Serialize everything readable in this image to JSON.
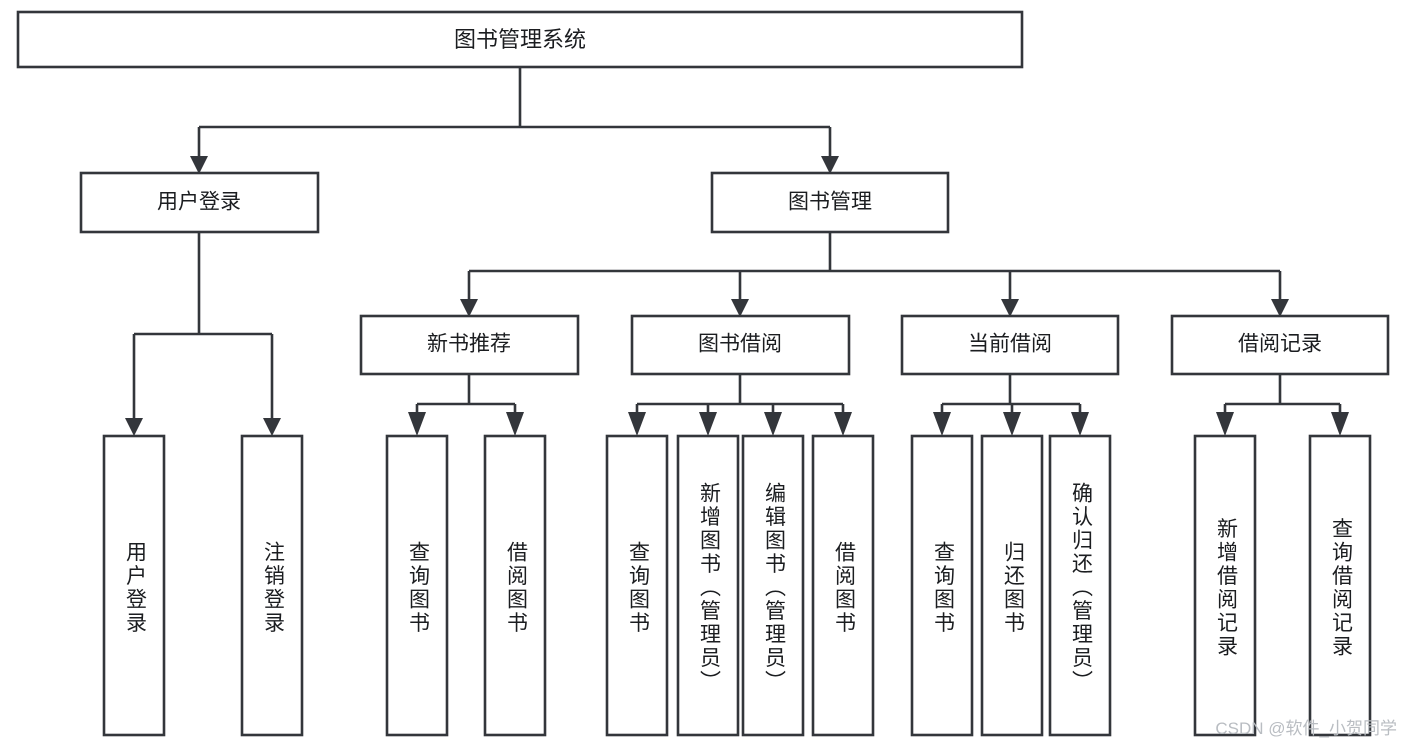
{
  "diagram": {
    "title": "图书管理系统",
    "type": "tree-hierarchy-diagram",
    "accent_color": "#33363b",
    "background_color": "#ffffff",
    "root": {
      "label": "图书管理系统"
    },
    "level2": [
      {
        "label": "用户登录"
      },
      {
        "label": "图书管理"
      }
    ],
    "level3": [
      {
        "label": "新书推荐"
      },
      {
        "label": "图书借阅"
      },
      {
        "label": "当前借阅"
      },
      {
        "label": "借阅记录"
      }
    ],
    "leaves": {
      "user_login": [
        {
          "label": "用户登录"
        },
        {
          "label": "注销登录"
        }
      ],
      "new_book_recommend": [
        {
          "label": "查询图书"
        },
        {
          "label": "借阅图书"
        }
      ],
      "book_borrow": [
        {
          "label": "查询图书"
        },
        {
          "label": "新增图书（管理员）"
        },
        {
          "label": "编辑图书（管理员）"
        },
        {
          "label": "借阅图书"
        }
      ],
      "current_borrow": [
        {
          "label": "查询图书"
        },
        {
          "label": "归还图书"
        },
        {
          "label": "确认归还（管理员）"
        }
      ],
      "borrow_record": [
        {
          "label": "新增借阅记录"
        },
        {
          "label": "查询借阅记录"
        }
      ]
    }
  },
  "watermark": {
    "text": "CSDN @软件_小贺同学"
  }
}
